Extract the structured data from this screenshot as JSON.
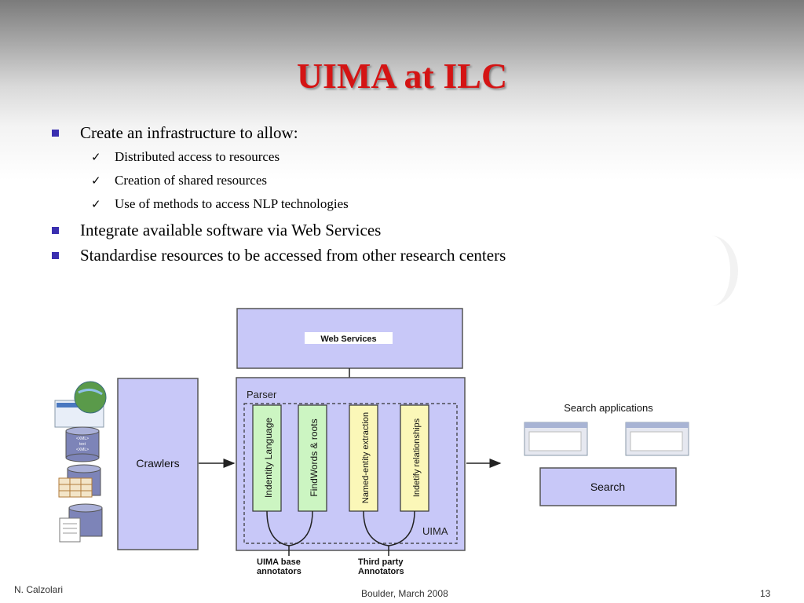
{
  "slide": {
    "title": "UIMA at ILC"
  },
  "bullets": [
    {
      "text": "Create an infrastructure to allow:",
      "sub": [
        "Distributed access to resources",
        "Creation of shared resources",
        "Use of methods to access NLP technologies"
      ]
    },
    {
      "text": "Integrate available software via Web Services"
    },
    {
      "text": "Standardise resources to be accessed from other research centers"
    }
  ],
  "diagram": {
    "web_services": "Web Services",
    "crawlers": "Crawlers",
    "parser": "Parser",
    "uima": "UIMA",
    "annotators": [
      "Indentity Language",
      "FindWords & roots",
      "Named-entity extraction",
      "Indetify relationships"
    ],
    "base_annotators": [
      "UIMA base",
      "annotators"
    ],
    "third_party": [
      "Third party",
      "Annotators"
    ],
    "search_applications": "Search applications",
    "search": "Search",
    "db_label": "<XML>\ntext\n<XML>"
  },
  "footer": {
    "author": "N. Calzolari",
    "event": "Boulder, March 2008",
    "page": "13"
  },
  "colors": {
    "title": "#d41414",
    "bullet": "#3a2fb0",
    "box_fill": "#c8c8f8",
    "annotator_fill": "#ccf5c2",
    "annotator_fill_alt": "#fbf7b8"
  }
}
